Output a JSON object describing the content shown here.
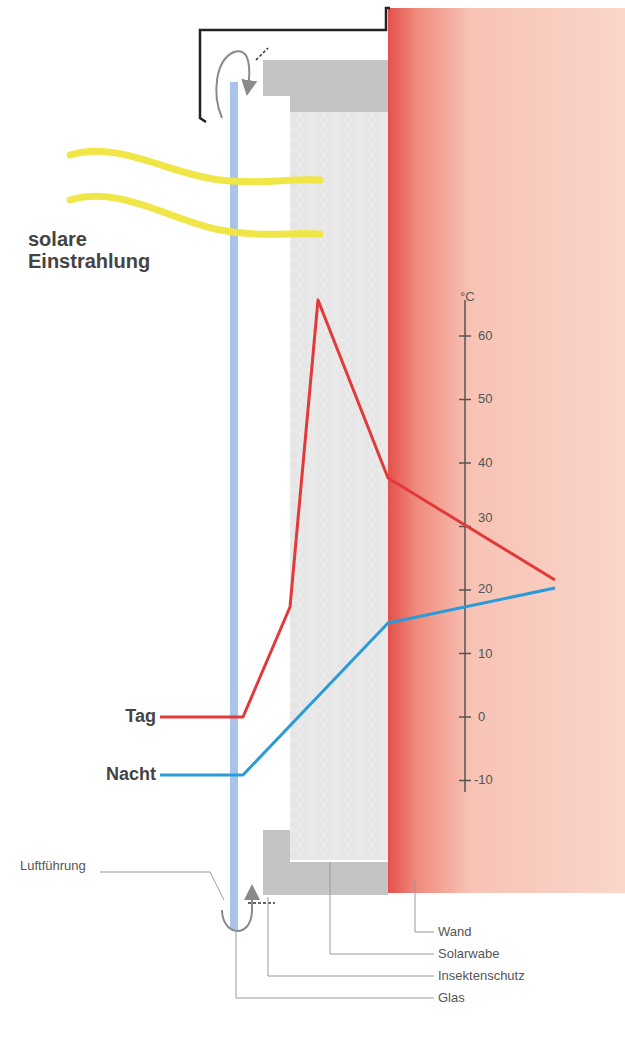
{
  "diagram": {
    "labels": [
      "solare Einstrahlung",
      "°C",
      "60",
      "50",
      "40",
      "30",
      "20",
      "10",
      "0",
      "-10",
      "Tag",
      "Nacht",
      "Luftführung",
      "Wand",
      "Solarwabe",
      "Insektenschutz",
      "Glas"
    ]
  }
}
